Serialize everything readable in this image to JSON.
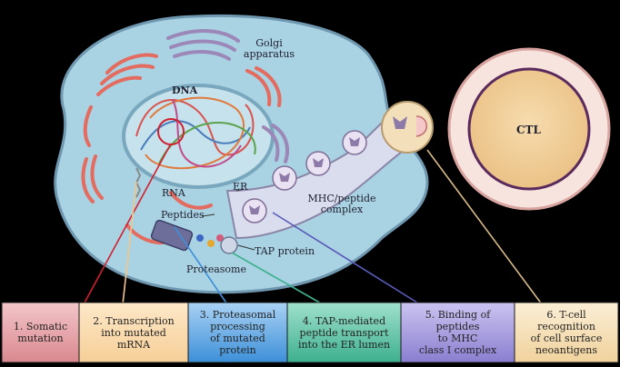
{
  "labels": {
    "golgi_line1": "Golgi",
    "golgi_line2": "apparatus",
    "dna": "DNA",
    "rna": "RNA",
    "er": "ER",
    "peptides": "Peptides",
    "mhc_line1": "MHC/peptide",
    "mhc_line2": "complex",
    "tap": "TAP protein",
    "proteasome": "Proteasome",
    "ctl": "CTL"
  },
  "steps": [
    {
      "text": "1. Somatic\nmutation",
      "color": "#d9888f"
    },
    {
      "text": "2. Transcription\ninto mutated\nmRNA",
      "color": "#f6cf98"
    },
    {
      "text": "3. Proteasomal\nprocessing\nof mutated\nprotein",
      "color": "#5aa7e6"
    },
    {
      "text": "4. TAP-mediated\npeptide transport\ninto the ER lumen",
      "color": "#4fc0a0"
    },
    {
      "text": "5. Binding of\npeptides\nto MHC\nclass I complex",
      "color": "#9a8fd8"
    },
    {
      "text": "6. T-cell\nrecognition\nof cell surface\nneoantigens",
      "color": "#f4d9a8"
    }
  ],
  "colors": {
    "cell": "#a9d3e3",
    "nucleus": "#c6e2ec",
    "golgi_red": "#e36b5f",
    "golgi_purple": "#9c88b8",
    "ctl_fill": "#f2cd9a",
    "ctl_border": "#5a2a5c"
  }
}
